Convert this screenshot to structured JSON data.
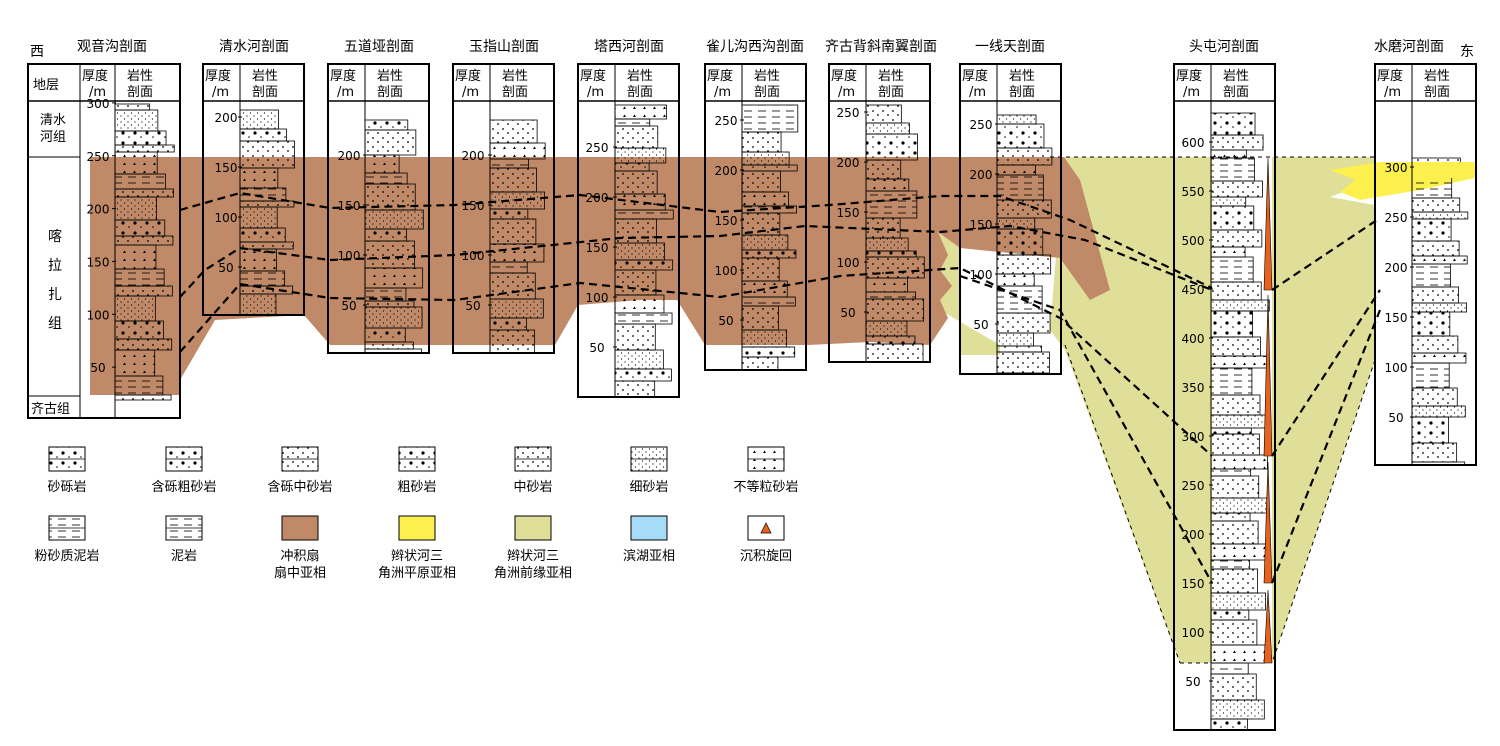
{
  "direction": {
    "west": "西",
    "east": "东"
  },
  "header_labels": {
    "stratum": "地层",
    "thickness_l1": "厚度",
    "thickness_l2": "/m",
    "lith_l1": "岩性",
    "lith_l2": "剖面"
  },
  "formations": {
    "qingshuihe": [
      "清水",
      "河组"
    ],
    "kalazha": [
      "喀",
      "拉",
      "扎",
      "组"
    ],
    "qigu": "齐古组"
  },
  "sections": [
    {
      "key": "guanyingou",
      "title": "观音沟剖面",
      "ticks": [
        "50",
        "100",
        "150",
        "200",
        "250",
        "300"
      ]
    },
    {
      "key": "qingshuihe",
      "title": "清水河剖面",
      "ticks": [
        "50",
        "100",
        "150",
        "200"
      ]
    },
    {
      "key": "wudaoya",
      "title": "五道垭剖面",
      "ticks": [
        "50",
        "100",
        "150",
        "200"
      ]
    },
    {
      "key": "yuzhishan",
      "title": "玉指山剖面",
      "ticks": [
        "50",
        "100",
        "150",
        "200"
      ]
    },
    {
      "key": "taxihe",
      "title": "塔西河剖面",
      "ticks": [
        "50",
        "100",
        "150",
        "200",
        "250"
      ]
    },
    {
      "key": "queergou",
      "title": "雀儿沟西沟剖面",
      "ticks": [
        "50",
        "100",
        "150",
        "200",
        "250"
      ]
    },
    {
      "key": "qigubeixie",
      "title": "齐古背斜南翼剖面",
      "ticks": [
        "50",
        "100",
        "150",
        "200",
        "250"
      ]
    },
    {
      "key": "yixiantian",
      "title": "一线天剖面",
      "ticks": [
        "50",
        "100",
        "150",
        "200",
        "250"
      ]
    },
    {
      "key": "toutunhe",
      "title": "头屯河剖面",
      "ticks": [
        "50",
        "100",
        "150",
        "200",
        "250",
        "300",
        "350",
        "400",
        "450",
        "500",
        "550",
        "600"
      ]
    },
    {
      "key": "shuimohe",
      "title": "水磨河剖面",
      "ticks": [
        "50",
        "100",
        "150",
        "200",
        "250",
        "300"
      ]
    }
  ],
  "legend": [
    {
      "key": "shaliyan",
      "label": [
        "砂砾岩"
      ],
      "icon": "conglomerate-icon"
    },
    {
      "key": "hanlicu",
      "label": [
        "含砾粗砂岩"
      ],
      "icon": "pebbly-coarse-sandstone-icon"
    },
    {
      "key": "hanlizhong",
      "label": [
        "含砾中砂岩"
      ],
      "icon": "pebbly-medium-sandstone-icon"
    },
    {
      "key": "cushayan",
      "label": [
        "粗砂岩"
      ],
      "icon": "coarse-sandstone-icon"
    },
    {
      "key": "zhongshayan",
      "label": [
        "中砂岩"
      ],
      "icon": "medium-sandstone-icon"
    },
    {
      "key": "xishayan",
      "label": [
        "细砂岩"
      ],
      "icon": "fine-sandstone-icon"
    },
    {
      "key": "budengli",
      "label": [
        "不等粒砂岩"
      ],
      "icon": "inequigranular-sandstone-icon"
    },
    {
      "key": "fenshazhi",
      "label": [
        "粉砂质泥岩"
      ],
      "icon": "silty-mudstone-icon"
    },
    {
      "key": "niyan",
      "label": [
        "泥岩"
      ],
      "icon": "mudstone-icon"
    },
    {
      "key": "chongjishan",
      "label": [
        "冲积扇",
        "扇中亚相"
      ],
      "icon": "alluvial-fan-swatch",
      "color": "#c08a68"
    },
    {
      "key": "pingyuan",
      "label": [
        "辫状河三",
        "角洲平原亚相"
      ],
      "icon": "braided-plain-swatch",
      "color": "#fbf04d"
    },
    {
      "key": "qianyuan",
      "label": [
        "辫状河三",
        "角洲前缘亚相"
      ],
      "icon": "braided-front-swatch",
      "color": "#dfdf9a"
    },
    {
      "key": "binhu",
      "label": [
        "滨湖亚相"
      ],
      "icon": "shore-lake-swatch",
      "color": "#a6dcf7"
    },
    {
      "key": "xuanhui",
      "label": [
        "沉积旋回"
      ],
      "icon": "sedimentary-cycle-icon"
    }
  ],
  "colors": {
    "fan": "#c08a68",
    "plain": "#fbf04d",
    "front": "#dfdf9a",
    "lake": "#a6dcf7",
    "cycle": "#e8621e"
  }
}
